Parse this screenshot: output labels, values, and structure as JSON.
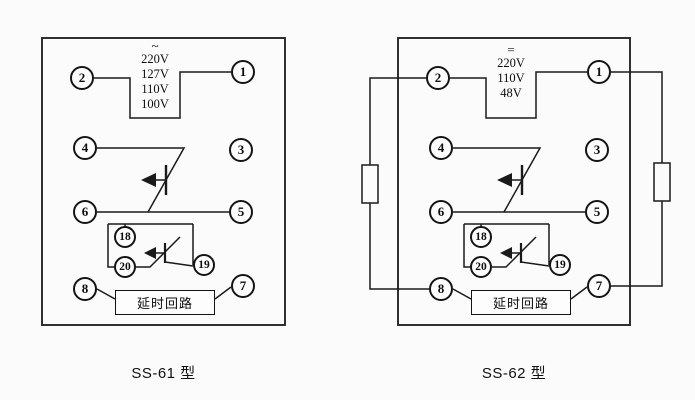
{
  "figure": {
    "diagrams": [
      {
        "model": "SS-61",
        "caption": "SS-61 型",
        "supply_symbol": "~",
        "voltages": [
          "220V",
          "127V",
          "110V",
          "100V"
        ],
        "delay_box_label": "延时回路",
        "terminals": [
          "2",
          "1",
          "4",
          "3",
          "6",
          "5",
          "18",
          "20",
          "19",
          "8",
          "7"
        ]
      },
      {
        "model": "SS-62",
        "caption": "SS-62 型",
        "supply_symbol": "=",
        "voltages": [
          "220V",
          "110V",
          "48V"
        ],
        "delay_box_label": "延时回路",
        "terminals": [
          "2",
          "1",
          "4",
          "3",
          "6",
          "5",
          "18",
          "20",
          "19",
          "8",
          "7"
        ]
      }
    ]
  }
}
